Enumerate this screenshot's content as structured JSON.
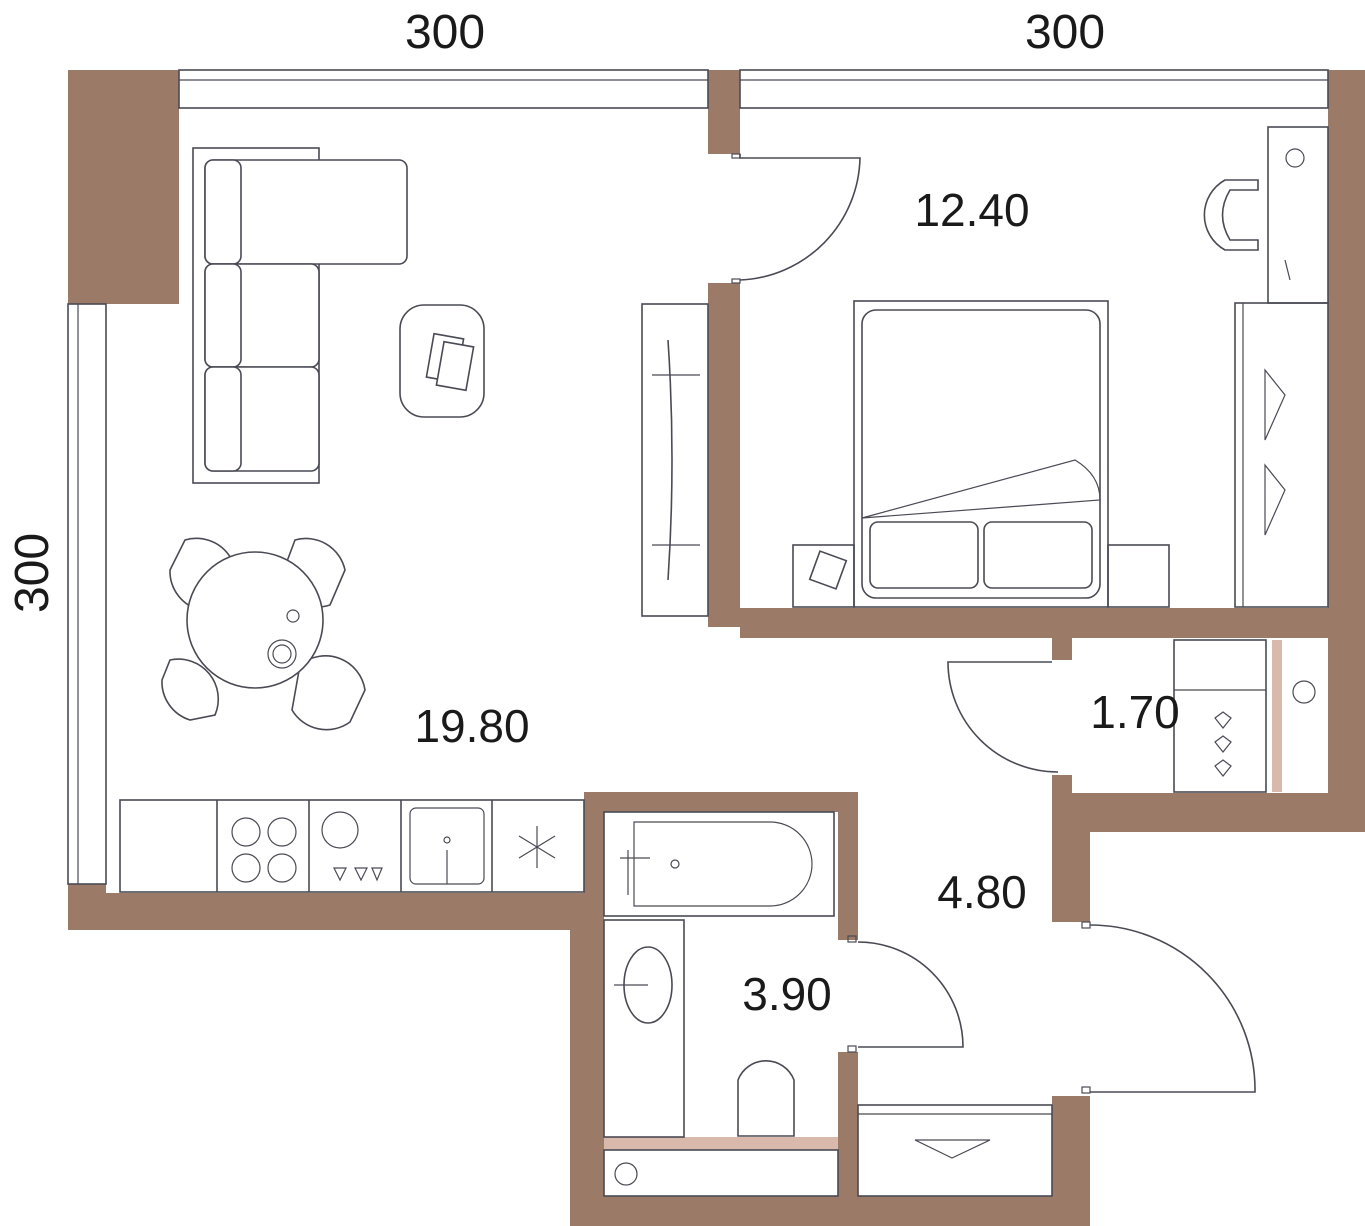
{
  "dimensions": {
    "top_left": "300",
    "top_right": "300",
    "left": "300"
  },
  "rooms": {
    "living": {
      "area": "19.80"
    },
    "bedroom": {
      "area": "12.40"
    },
    "storage": {
      "area": "1.70"
    },
    "hall": {
      "area": "4.80"
    },
    "bathroom": {
      "area": "3.90"
    }
  },
  "colors": {
    "wall": "#9c7a68",
    "partition": "#d8b9ab",
    "line": "#4a4a55"
  }
}
